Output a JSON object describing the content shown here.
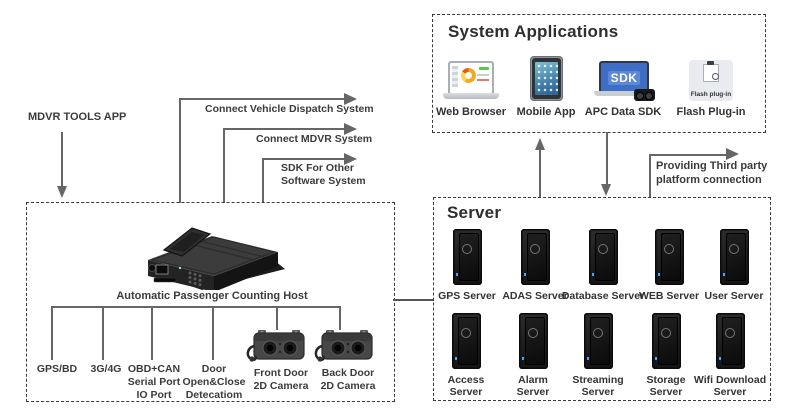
{
  "palette": {
    "line_gray": "#666666",
    "dash_border": "#3a3a3a",
    "text": "#3b3b3b",
    "sdk_screen_blue": "#3f6ec6",
    "tablet_screen_teal": "#3f7ba6",
    "donut_orange": "#f5a623",
    "led_blue": "#4aa3ff"
  },
  "left": {
    "tools_app_label": "MDVR TOOLS APP",
    "host_label": "Automatic Passenger Counting Host",
    "peripherals": [
      {
        "lines": [
          "GPS/BD"
        ]
      },
      {
        "lines": [
          "3G/4G"
        ]
      },
      {
        "lines": [
          "OBD+CAN",
          "Serial Port",
          "IO Port"
        ]
      },
      {
        "lines": [
          "Door",
          "Open&Close",
          "Detecatiom"
        ]
      },
      {
        "lines": [
          "Front Door",
          "2D Camera"
        ]
      },
      {
        "lines": [
          "Back Door",
          "2D Camera"
        ]
      }
    ]
  },
  "connections": {
    "vehicle_dispatch_label": "Connect Vehicle Dispatch System",
    "mdvr_system_label": "Connect MDVR System",
    "sdk_other_lines": [
      "SDK For Other",
      "Software System"
    ],
    "third_party_lines": [
      "Providing Third party",
      "platform connection"
    ]
  },
  "system_applications": {
    "title": "System Applications",
    "items": [
      {
        "label": "Web Browser"
      },
      {
        "label": "Mobile App"
      },
      {
        "label": "APC Data SDK",
        "screen_text": "SDK"
      },
      {
        "label": "Flash Plug-in",
        "tile_text": "Flash plug-in"
      }
    ]
  },
  "server": {
    "title": "Server",
    "row1": [
      {
        "lines": [
          "GPS Server"
        ]
      },
      {
        "lines": [
          "ADAS Server"
        ]
      },
      {
        "lines": [
          "Database Server"
        ]
      },
      {
        "lines": [
          "WEB Server"
        ]
      },
      {
        "lines": [
          "User Server"
        ]
      }
    ],
    "row2": [
      {
        "lines": [
          "Access",
          "Server"
        ]
      },
      {
        "lines": [
          "Alarm",
          "Server"
        ]
      },
      {
        "lines": [
          "Streaming",
          "Server"
        ]
      },
      {
        "lines": [
          "Storage",
          "Server"
        ]
      },
      {
        "lines": [
          "Wifi Download",
          "Server"
        ]
      }
    ]
  }
}
